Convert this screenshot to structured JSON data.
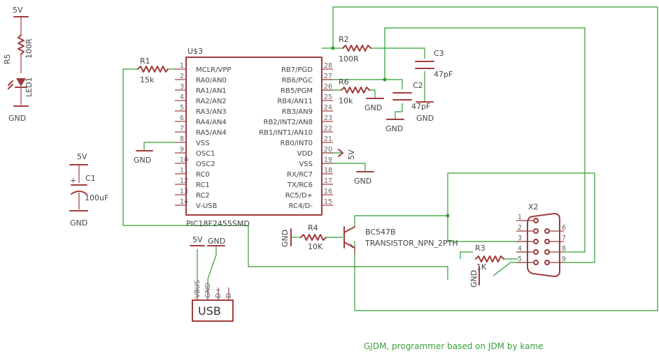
{
  "credit": "GJDM, programmer based on JDM by kame",
  "colors": {
    "part": "#a03c3c",
    "wire": "#2f9e2f",
    "text": "#444444"
  },
  "supply": {
    "v5": "5V",
    "gnd": "GND"
  },
  "r5": {
    "name": "R5",
    "value": "100R"
  },
  "led1": {
    "name": "LED1"
  },
  "c1": {
    "name": "C1",
    "value": "100uF",
    "plus": "+"
  },
  "r1": {
    "name": "R1",
    "value": "15k"
  },
  "u3": {
    "name": "U$3",
    "part": "PIC18F2455SMD",
    "left_pins": [
      {
        "num": "1",
        "label": "MCLR/VPP"
      },
      {
        "num": "2",
        "label": "RA0/AN0"
      },
      {
        "num": "3",
        "label": "RA1/AN1"
      },
      {
        "num": "4",
        "label": "RA2/AN2"
      },
      {
        "num": "5",
        "label": "RA3/AN3"
      },
      {
        "num": "6",
        "label": "RA4/AN4"
      },
      {
        "num": "7",
        "label": "RA5/AN4"
      },
      {
        "num": "8",
        "label": "VSS"
      },
      {
        "num": "9",
        "label": "OSC1"
      },
      {
        "num": "10",
        "label": "OSC2"
      },
      {
        "num": "11",
        "label": "RC0"
      },
      {
        "num": "12",
        "label": "RC1"
      },
      {
        "num": "13",
        "label": "RC2"
      },
      {
        "num": "14",
        "label": "V-USB"
      }
    ],
    "right_pins": [
      {
        "num": "28",
        "label": "RB7/PGD"
      },
      {
        "num": "27",
        "label": "RB6/PGC"
      },
      {
        "num": "26",
        "label": "RB5/PGM"
      },
      {
        "num": "25",
        "label": "RB4/AN11"
      },
      {
        "num": "24",
        "label": "RB3/AN9"
      },
      {
        "num": "23",
        "label": "RB2/INT2/AN8"
      },
      {
        "num": "22",
        "label": "RB1/INT1/AN10"
      },
      {
        "num": "21",
        "label": "RB0/INT0"
      },
      {
        "num": "20",
        "label": "VDD"
      },
      {
        "num": "19",
        "label": "VSS"
      },
      {
        "num": "18",
        "label": "RX/RC7"
      },
      {
        "num": "17",
        "label": "TX/RC6"
      },
      {
        "num": "16",
        "label": "RC5/D+"
      },
      {
        "num": "15",
        "label": "RC4/D-"
      }
    ]
  },
  "r2": {
    "name": "R2",
    "value": "100R"
  },
  "r6": {
    "name": "R6",
    "value": "10k"
  },
  "c2": {
    "name": "C2",
    "value": "47pF"
  },
  "c3": {
    "name": "C3",
    "value": "47pF"
  },
  "r4": {
    "name": "R4",
    "value": "10K"
  },
  "q1": {
    "name": "BC547B",
    "part": "TRANSISTOR_NPN_2PTH"
  },
  "r3": {
    "name": "R3",
    "value": "1K"
  },
  "x2": {
    "name": "X2",
    "left_pins": [
      "1",
      "2",
      "3",
      "4",
      "5"
    ],
    "right_pins": [
      "6",
      "7",
      "8",
      "9"
    ]
  },
  "usb": {
    "label": "USB",
    "pins": [
      "VBUS",
      "GND",
      "D+",
      "D-"
    ]
  }
}
